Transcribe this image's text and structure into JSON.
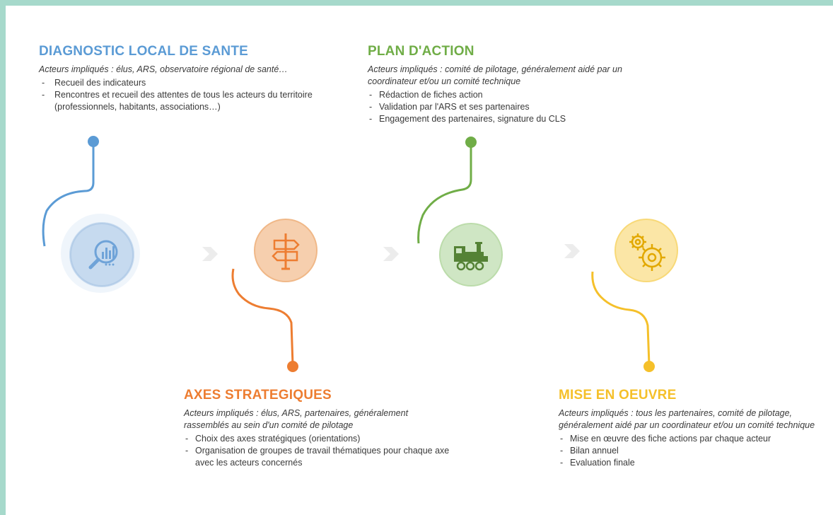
{
  "colors": {
    "frame": "#a6d9cb",
    "blue": "#5b9bd5",
    "orange": "#ed7d31",
    "green": "#70ad47",
    "yellow": "#f5c02a",
    "arrow": "#ececec"
  },
  "steps": [
    {
      "title": "DIAGNOSTIC LOCAL DE SANTE",
      "actors": "Acteurs impliqués : élus, ARS, observatoire régional de santé…",
      "items": [
        "Recueil des indicateurs",
        "Rencontres et recueil des attentes de tous les acteurs du territoire (professionnels, habitants, associations…)"
      ],
      "icon": "magnifier-chart-icon"
    },
    {
      "title": "AXES STRATEGIQUES",
      "actors": "Acteurs impliqués : élus, ARS, partenaires, généralement rassemblés au sein d'un comité de pilotage",
      "items": [
        "Choix des axes stratégiques (orientations)",
        "Organisation de groupes de travail thématiques pour chaque axe avec les acteurs concernés"
      ],
      "icon": "signpost-icon"
    },
    {
      "title": "PLAN D'ACTION",
      "actors": "Acteurs impliqués : comité de pilotage, généralement aidé par un coordinateur et/ou un comité technique",
      "items": [
        "Rédaction de fiches action",
        "Validation par l'ARS et ses partenaires",
        "Engagement des partenaires, signature du CLS"
      ],
      "icon": "train-icon"
    },
    {
      "title": "MISE EN OEUVRE",
      "actors": "Acteurs impliqués : tous les partenaires, comité de pilotage, généralement aidé par un coordinateur et/ou un comité technique",
      "items": [
        "Mise en œuvre des fiche actions par chaque acteur",
        "Bilan annuel",
        "Evaluation finale"
      ],
      "icon": "gears-icon"
    }
  ]
}
